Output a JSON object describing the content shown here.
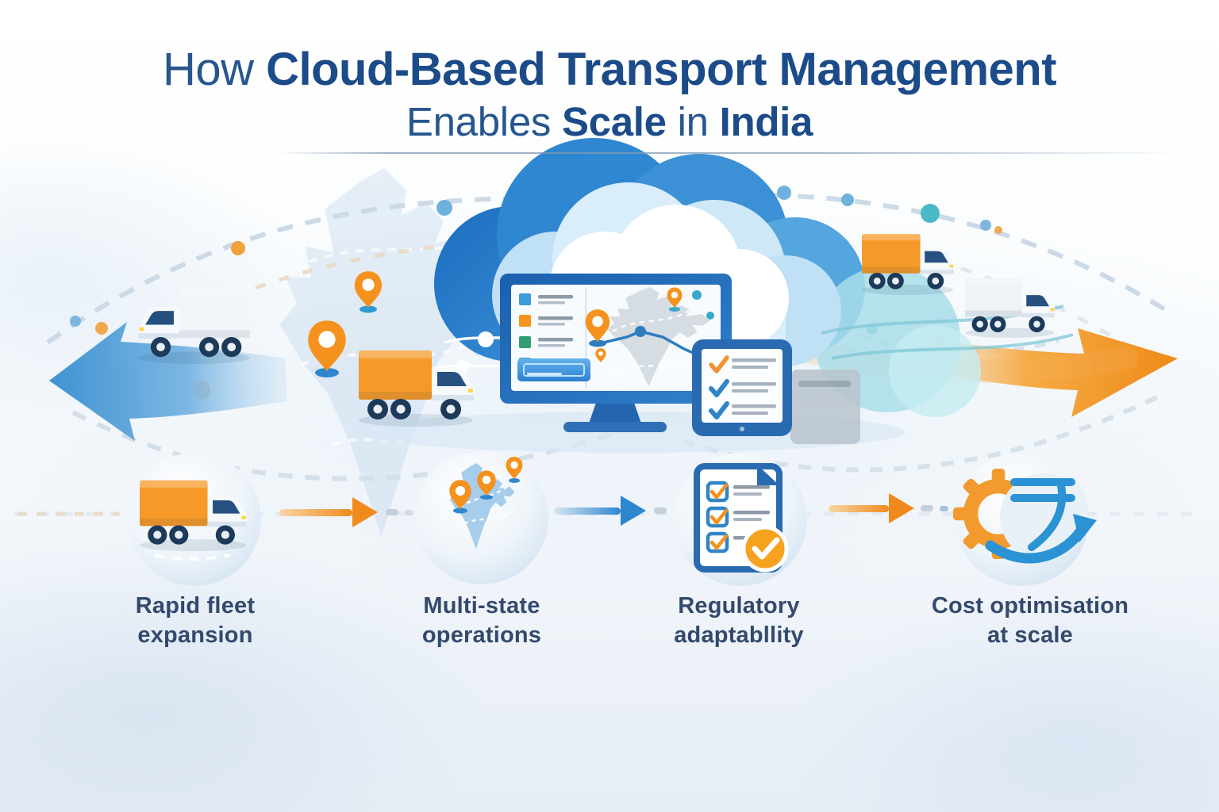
{
  "title": {
    "part1_regular": "How",
    "part1_bold": "Cloud-Based Transport Management",
    "part2_regular1": "Enables",
    "part2_bold1": "Scale",
    "part2_regular2": "in",
    "part2_bold2": "India"
  },
  "steps": [
    {
      "line1": "Rapid fleet",
      "line2": "expansion",
      "icon": "delivery-truck-icon"
    },
    {
      "line1": "Multi-state",
      "line2": "operations",
      "icon": "india-map-pins-icon"
    },
    {
      "line1": "Regulatory",
      "line2": "adaptabllity",
      "icon": "compliance-checklist-icon"
    },
    {
      "line1": "Cost optimisation",
      "line2": "at scale",
      "icon": "gear-rupee-growth-icon"
    }
  ],
  "scene_icons": [
    "cloud-icon",
    "dashboard-monitor-icon",
    "checklist-tablet-icon",
    "truck-icon",
    "map-pin-icon",
    "india-map-icon",
    "left-flow-arrow-icon",
    "right-flow-arrow-icon",
    "step-connector-arrow-icon"
  ],
  "colors": {
    "title_navy": "#1d4e8c",
    "label_slate": "#33496d",
    "accent_orange": "#f5921e",
    "accent_blue": "#2e86cf",
    "accent_teal": "#49b9c7",
    "cloud_blue": "#2f86d1",
    "monitor_frame_blue": "#2565af"
  }
}
